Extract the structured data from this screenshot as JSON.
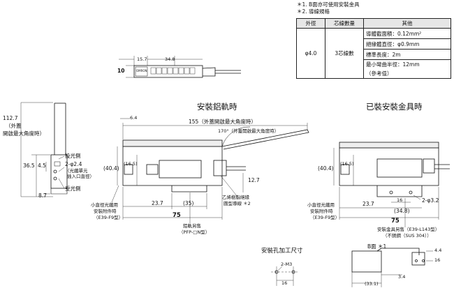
{
  "notes": [
    "＊1. B面亦可使用安裝金具",
    "＊2. 導線規格"
  ],
  "spec_table": {
    "headers": [
      "外徑",
      "芯線數量",
      "其他"
    ],
    "outer_dia": "φ4.0",
    "cores": "3芯線數",
    "other": [
      "導體截面積：0.12mm²",
      "絕緣體直徑：φ0.9mm",
      "標準長度：2m",
      "最小彎曲半徑：12mm",
      "（參考值）"
    ]
  },
  "top_view": {
    "dim_left": "15.7",
    "dim_width": "34.8",
    "dim_height": "10",
    "logo": "OMRON"
  },
  "titles": {
    "rail": "安裝鋁軌時",
    "bracket": "已裝安裝金具時",
    "hole": "安裝孔加工尺寸"
  },
  "side_view": {
    "dim_total_h": "112.7",
    "dim_total_h_note": "（外蓋",
    "dim_total_h_note2": "開啟最大角度時）",
    "dim_36_5": "36.5",
    "dim_4_5": "4.5",
    "dim_8_7": "8.7",
    "emitter": "投光側",
    "hole": "2-φ2.4",
    "hole_note1": "（光纖單元",
    "hole_note2": "插入口直徑）",
    "receiver": "受光側"
  },
  "rail_view": {
    "dim_6_4": "6.4",
    "dim_155": "155（外蓋開啟最大角度時）",
    "dim_170": "170°（外蓋開啟最大角度時）",
    "dim_40_4": "(40.4)",
    "dim_16_5": "(16.5)",
    "dim_12_7": "12.7",
    "dim_23_7": "23.7",
    "dim_35": "(35)",
    "dim_75": "75",
    "cable": "乙烯樹脂絕緣",
    "cable2": "圓型導線 ＊2",
    "adapter1": "小直徑光纖用",
    "adapter2": "安裝附件時",
    "adapter3": "（E39-F9型）",
    "rail1": "鋁軌另售",
    "rail2": "（PFP-□N型）"
  },
  "bracket_view": {
    "dim_40_4": "(40.4)",
    "dim_16_5": "(16.5)",
    "dim_23_7": "23.7",
    "dim_16": "16",
    "dim_34_8": "(34.8)",
    "dim_hole": "2-φ3.2",
    "dim_75": "75",
    "adapter1": "小直徑光纖用",
    "adapter2": "安裝附件時",
    "adapter3": "（E39-F9型）",
    "bracket1": "安裝金具另售（E39-L143型）",
    "bracket2": "（不銹鋼（SUS 304））"
  },
  "hole_view": {
    "label": "2-M3",
    "dim": "16"
  },
  "small_view": {
    "b_face": "B面 ＊1",
    "dim_4_4": "4.4",
    "dim_3_4": "3.4",
    "dim_16": "16",
    "dim_33_1": "(33.1)"
  }
}
